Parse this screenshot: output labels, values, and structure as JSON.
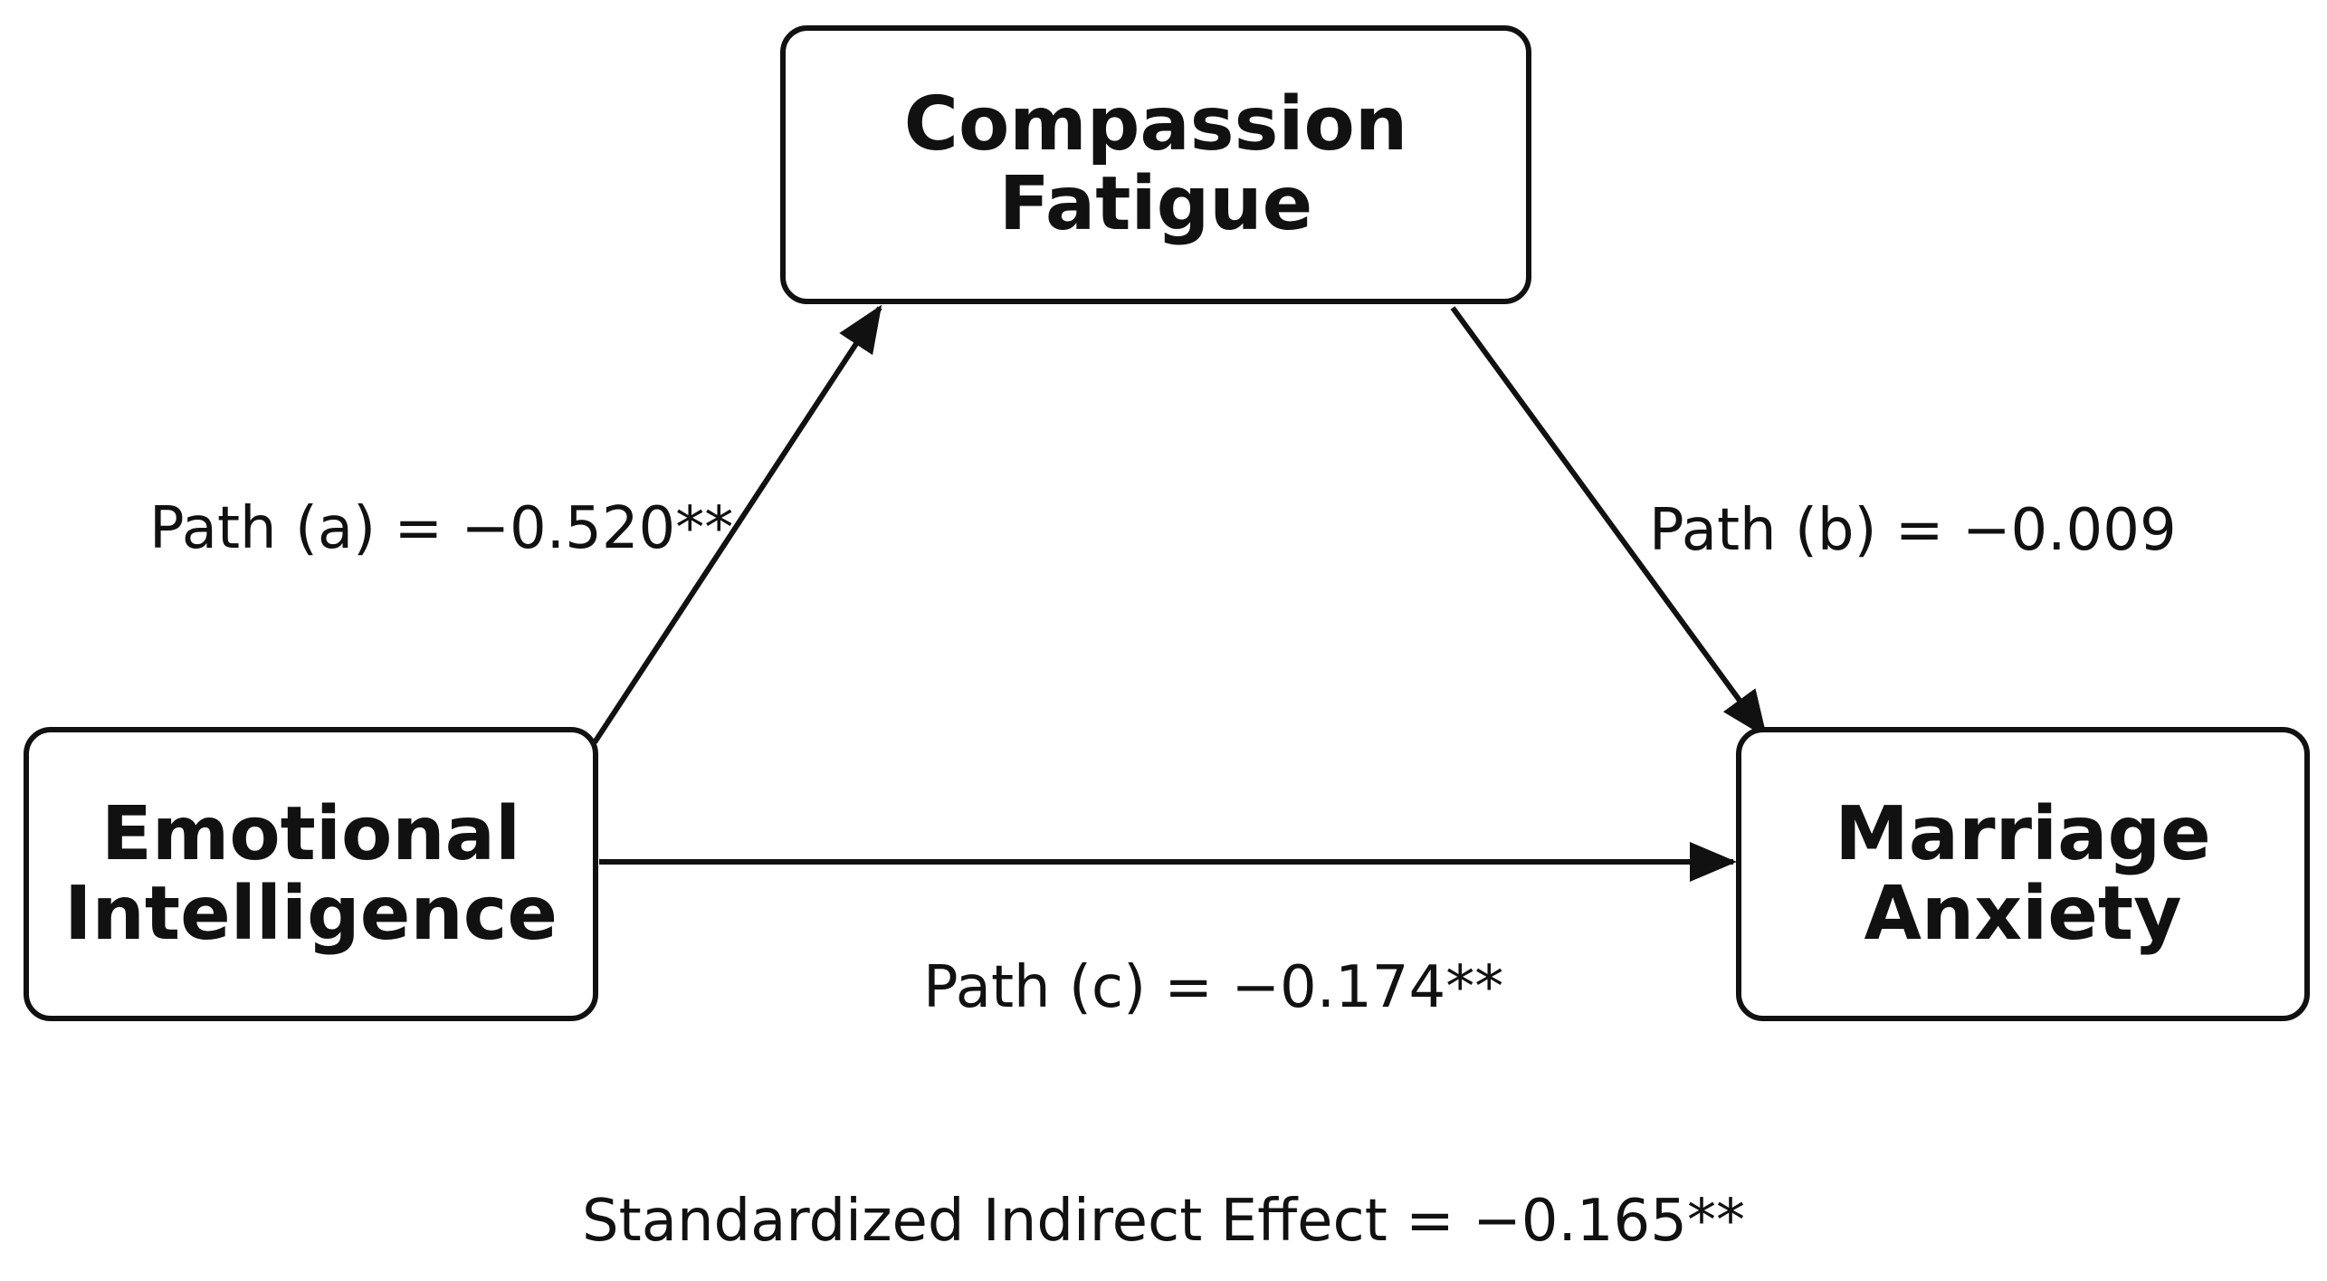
{
  "nodes": {
    "mediator": {
      "line1": "Compassion",
      "line2": "Fatigue"
    },
    "predictor": {
      "line1": "Emotional",
      "line2": "Intelligence"
    },
    "outcome": {
      "line1": "Marriage",
      "line2": "Anxiety"
    }
  },
  "paths": {
    "a": "Path (a) = −0.520**",
    "b": "Path (b) = −0.009",
    "c": "Path (c) = −0.174**"
  },
  "indirect_effect": "Standardized Indirect Effect = −0.165**",
  "colors": {
    "stroke": "#111111",
    "background": "#ffffff",
    "text": "#111111"
  }
}
